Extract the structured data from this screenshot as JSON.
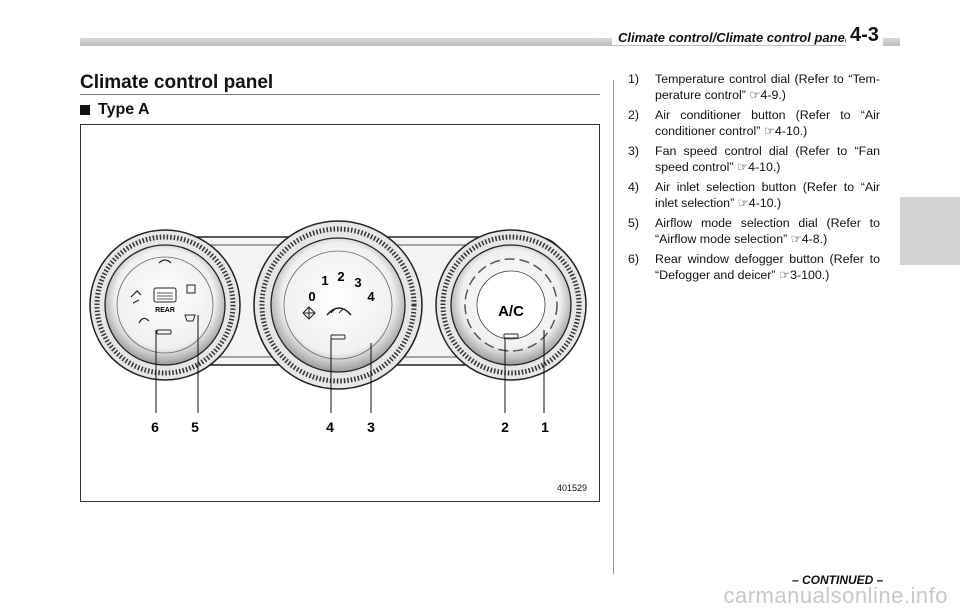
{
  "header": {
    "running_title": "Climate control/Climate control panel",
    "page_number": "4-3"
  },
  "section_title": "Climate control panel",
  "subsection_title": "Type A",
  "figure": {
    "id": "401529",
    "callouts": [
      "6",
      "5",
      "4",
      "3",
      "2",
      "1"
    ],
    "fan_numbers": [
      "0",
      "1",
      "2",
      "3",
      "4"
    ],
    "rear_label": "REAR",
    "ac_label": "A/C"
  },
  "legend": [
    {
      "num": "1)",
      "text": "Temperature control dial (Refer to “Tem-perature control” ☞4-9.)"
    },
    {
      "num": "2)",
      "text": "Air conditioner button (Refer to “Air conditioner control” ☞4-10.)"
    },
    {
      "num": "3)",
      "text": "Fan speed control dial (Refer to “Fan speed control” ☞4-10.)"
    },
    {
      "num": "4)",
      "text": "Air inlet selection button (Refer to “Air inlet selection” ☞4-10.)"
    },
    {
      "num": "5)",
      "text": "Airflow mode selection dial (Refer to “Airflow mode selection” ☞4-8.)"
    },
    {
      "num": "6)",
      "text": "Rear window defogger button (Refer to “Defogger and deicer” ☞3-100.)"
    }
  ],
  "footer": {
    "continued": "– CONTINUED –",
    "watermark": "carmanualsonline.info"
  }
}
